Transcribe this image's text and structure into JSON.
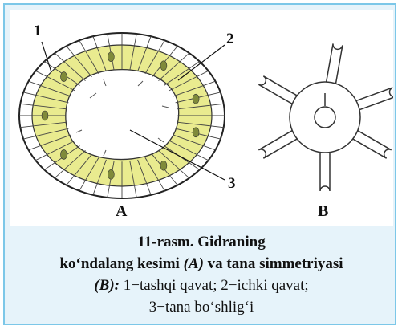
{
  "figure": {
    "callouts": [
      "1",
      "2",
      "3"
    ],
    "panel_a_label": "A",
    "panel_b_label": "B"
  },
  "caption": {
    "title_line1": "11-rasm. Gidraning",
    "title_line2_a": "ko‘ndalang kesimi",
    "title_line2_b": "(A)",
    "title_line2_c": "va tana simmetriyasi",
    "panel_b_ref": "(B):",
    "legend_1": "1−tashqi qavat; 2−ichki qavat;",
    "legend_2": "3−tana bo‘shlig‘i"
  },
  "colors": {
    "frame_border": "#7cc7e8",
    "frame_bg": "#e6f3fa",
    "inner_layer": "#e9eb8f",
    "outer_layer": "#ffffff"
  }
}
